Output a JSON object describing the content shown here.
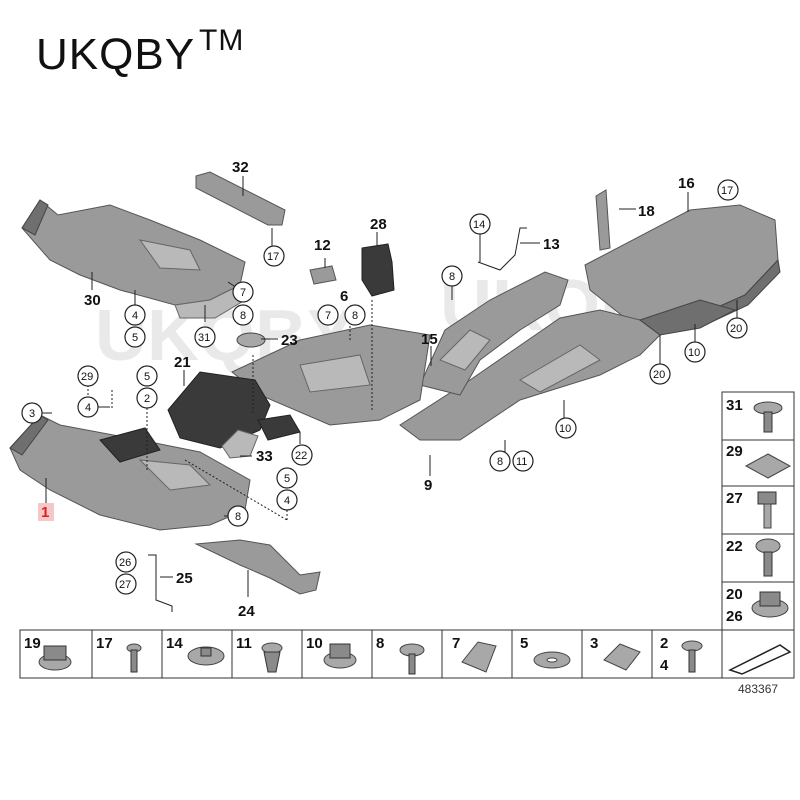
{
  "brand": {
    "name": "UKQBY",
    "mark": "TM"
  },
  "watermark": "UKQBY",
  "reference_number": "483367",
  "highlight_color": "#e02020",
  "callouts": {
    "p32": "32",
    "p16": "16",
    "p17a": "17",
    "p18": "18",
    "p14a": "14",
    "p13": "13",
    "p28": "28",
    "p12": "12",
    "p30": "30",
    "p17b": "17",
    "p8a": "8",
    "p7a": "7",
    "p4a": "4",
    "p8b": "8",
    "p5a": "5",
    "p31a": "31",
    "p6": "6",
    "p7b": "7",
    "p8c": "8",
    "p23": "23",
    "p15": "15",
    "p20a": "20",
    "p10a": "10",
    "p20b": "20",
    "p10b": "10",
    "p21": "21",
    "p29a": "29",
    "p5b": "5",
    "p3a": "3",
    "p4b": "4",
    "p2a": "2",
    "p33": "33",
    "p22a": "22",
    "p5c": "5",
    "p4c": "4",
    "p8d": "8",
    "p8e": "8",
    "p11a": "11",
    "p9": "9",
    "p1": "1",
    "p26a": "26",
    "p27a": "27",
    "p25": "25",
    "p24": "24"
  },
  "side_legend": [
    "31",
    "29",
    "27",
    "22",
    "20",
    "26"
  ],
  "bottom_legend": [
    "19",
    "17",
    "14",
    "11",
    "10",
    "8",
    "7",
    "5",
    "3",
    "2",
    "4"
  ]
}
